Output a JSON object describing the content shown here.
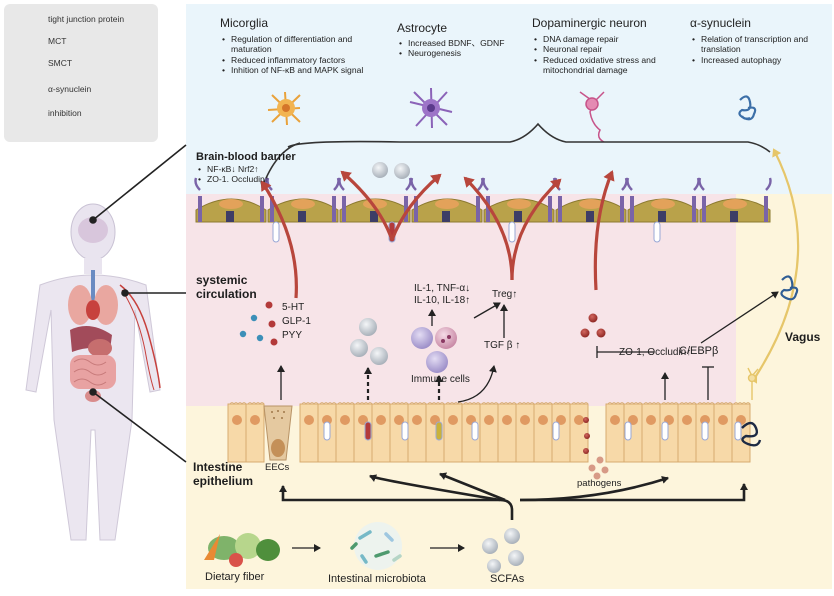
{
  "legend": {
    "items": [
      {
        "label": "tight junction protein",
        "icon": "tight-junction-icon",
        "color": "#c9d3ee"
      },
      {
        "label": "MCT",
        "icon": "mct-icon",
        "color": "#b33a3a"
      },
      {
        "label": "SMCT",
        "icon": "smct-icon",
        "color": "#c9b23a"
      },
      {
        "label": "α-synuclein",
        "icon": "alpha-synuclein-icon",
        "color": "#3c6fa8"
      },
      {
        "label": "inhibition",
        "icon": "inhibition-icon",
        "color": "#333333"
      }
    ]
  },
  "brain_effects": [
    {
      "title": "Micorglia",
      "points": [
        "Regulation of differentiation and",
        "maturation",
        "Reduced inflammatory factors",
        "Inhition of NF-κB and MAPK signal"
      ]
    },
    {
      "title": "Astrocyte",
      "points": [
        "Increased BDNF、GDNF",
        "Neurogenesis"
      ]
    },
    {
      "title": "Dopaminergic neuron",
      "points": [
        "DNA damage repair",
        "Neuronal repair",
        "Reduced oxidative stress and",
        "mitochondrial damage"
      ]
    },
    {
      "title": "α-synuclein",
      "points": [
        "Relation of  transcription and",
        "translation",
        "Increased autophagy"
      ]
    }
  ],
  "bbb": {
    "title": "Brain-blood barrier",
    "points": [
      "NF-κB↓ Nrf2↑",
      "ZO-1. Occludin↑"
    ]
  },
  "regions": {
    "systemic": [
      "systemic",
      "circulation"
    ],
    "intestine": [
      "Intestine",
      "epithelium"
    ],
    "vagus": "Vagus"
  },
  "labels": {
    "hormones": [
      "5-HT",
      "GLP-1",
      "PYY"
    ],
    "eecs": "EECs",
    "cytokines": [
      "IL-1, TNF-α↓",
      "IL-10, IL-18↑"
    ],
    "treg": "Treg↑",
    "tgf": "TGF β ↑",
    "immune": "Immune cells",
    "zo1": "ZO-1, Occludin↑",
    "cebpb": "C/EBPβ",
    "pathogens": "pathogens",
    "dietary": "Dietary fiber",
    "microbiota": "Intestinal microbiota",
    "scfas": "SCFAs"
  },
  "colors": {
    "brain_bg": "#eaf5fb",
    "blood_bg": "#f7e4e8",
    "intestine_bg": "#fdf5dc",
    "red_arrow": "#b8463c",
    "cell_fill": "#f7d9a8",
    "nucleus": "#e09a62"
  }
}
